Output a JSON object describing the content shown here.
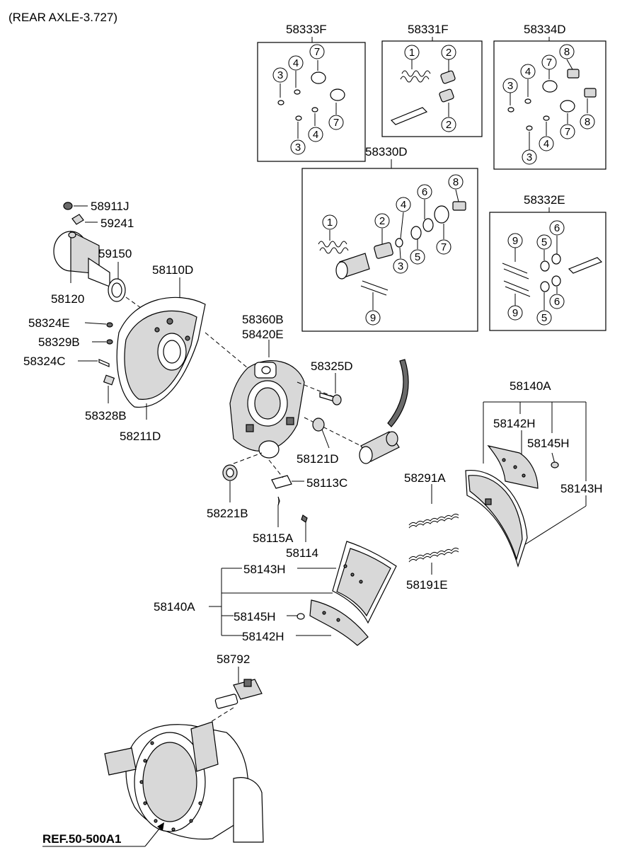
{
  "header": {
    "title": "(REAR AXLE-3.727)"
  },
  "kits": {
    "k58333F": {
      "code": "58333F",
      "nums": [
        "7",
        "4",
        "3",
        "4",
        "3",
        "7"
      ]
    },
    "k58331F": {
      "code": "58331F",
      "nums": [
        "1",
        "2",
        "2"
      ]
    },
    "k58334D": {
      "code": "58334D",
      "nums": [
        "8",
        "4",
        "7",
        "3",
        "7",
        "8",
        "4",
        "3"
      ]
    },
    "k58330D": {
      "code": "58330D",
      "nums": [
        "8",
        "6",
        "4",
        "2",
        "1",
        "7",
        "5",
        "3",
        "9"
      ]
    },
    "k58332E": {
      "code": "58332E",
      "nums": [
        "9",
        "6",
        "5",
        "9",
        "6",
        "5"
      ]
    }
  },
  "parts": {
    "p58911J": "58911J",
    "p59241": "59241",
    "p59150": "59150",
    "p58120": "58120",
    "p58110D": "58110D",
    "p58324E": "58324E",
    "p58329B": "58329B",
    "p58324C": "58324C",
    "p58328B": "58328B",
    "p58211D": "58211D",
    "p58360B": "58360B",
    "p58420E": "58420E",
    "p58325D": "58325D",
    "p58121D": "58121D",
    "p58221B": "58221B",
    "p58113C": "58113C",
    "p58115A": "58115A",
    "p58114": "58114",
    "p58140A_right": "58140A",
    "p58142H_right": "58142H",
    "p58145H_right": "58145H",
    "p58143H_right": "58143H",
    "p58291A": "58291A",
    "p58191E": "58191E",
    "p58143H_left": "58143H",
    "p58140A_left": "58140A",
    "p58145H_left": "58145H",
    "p58142H_left": "58142H",
    "p58792": "58792"
  },
  "reference": "REF.50-500A1"
}
